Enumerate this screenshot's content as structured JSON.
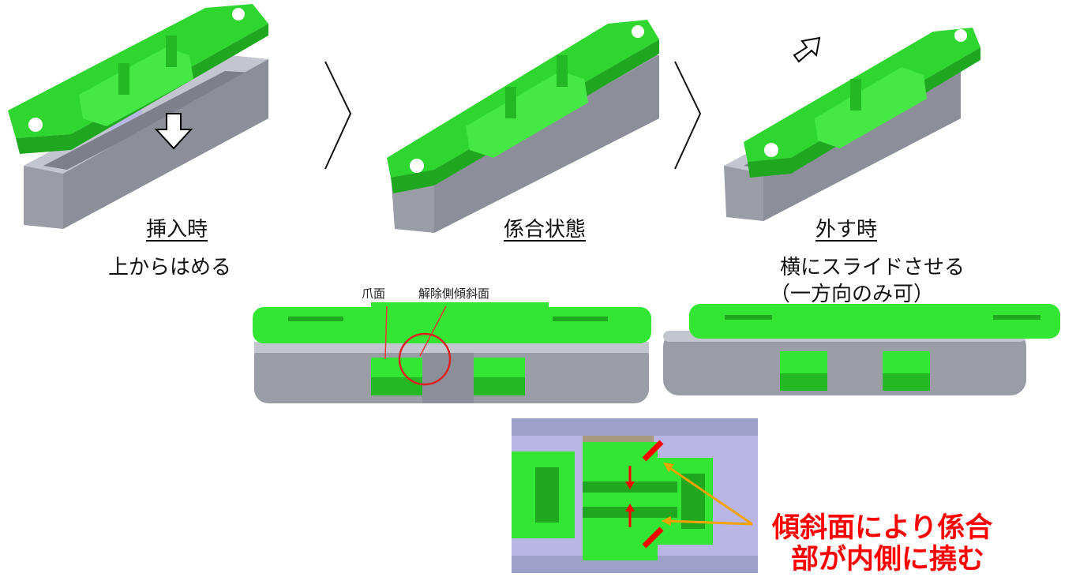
{
  "labels": {
    "insert_title": "挿入時",
    "insert_desc": "上からはめる",
    "engaged_title": "係合状態",
    "remove_title": "外す時",
    "remove_desc_1": "横にスライドさせる",
    "remove_desc_2": "（一方向のみ可）",
    "claw_face": "爪面",
    "release_slope": "解除側傾斜面",
    "note_1": "傾斜面により係合",
    "note_2": "部が内側に撓む"
  },
  "colors": {
    "part_green": "#33e633",
    "part_green_dark": "#1fa81f",
    "housing_gray": "#8c8f99",
    "housing_light": "#b8bcc6",
    "detail_purple": "#b9b6e6",
    "accent_red": "#ff0000",
    "arrow_orange": "#f5a300"
  },
  "icons": [
    "down-arrow-icon",
    "up-right-arrow-icon",
    "step-chevron-icon"
  ]
}
